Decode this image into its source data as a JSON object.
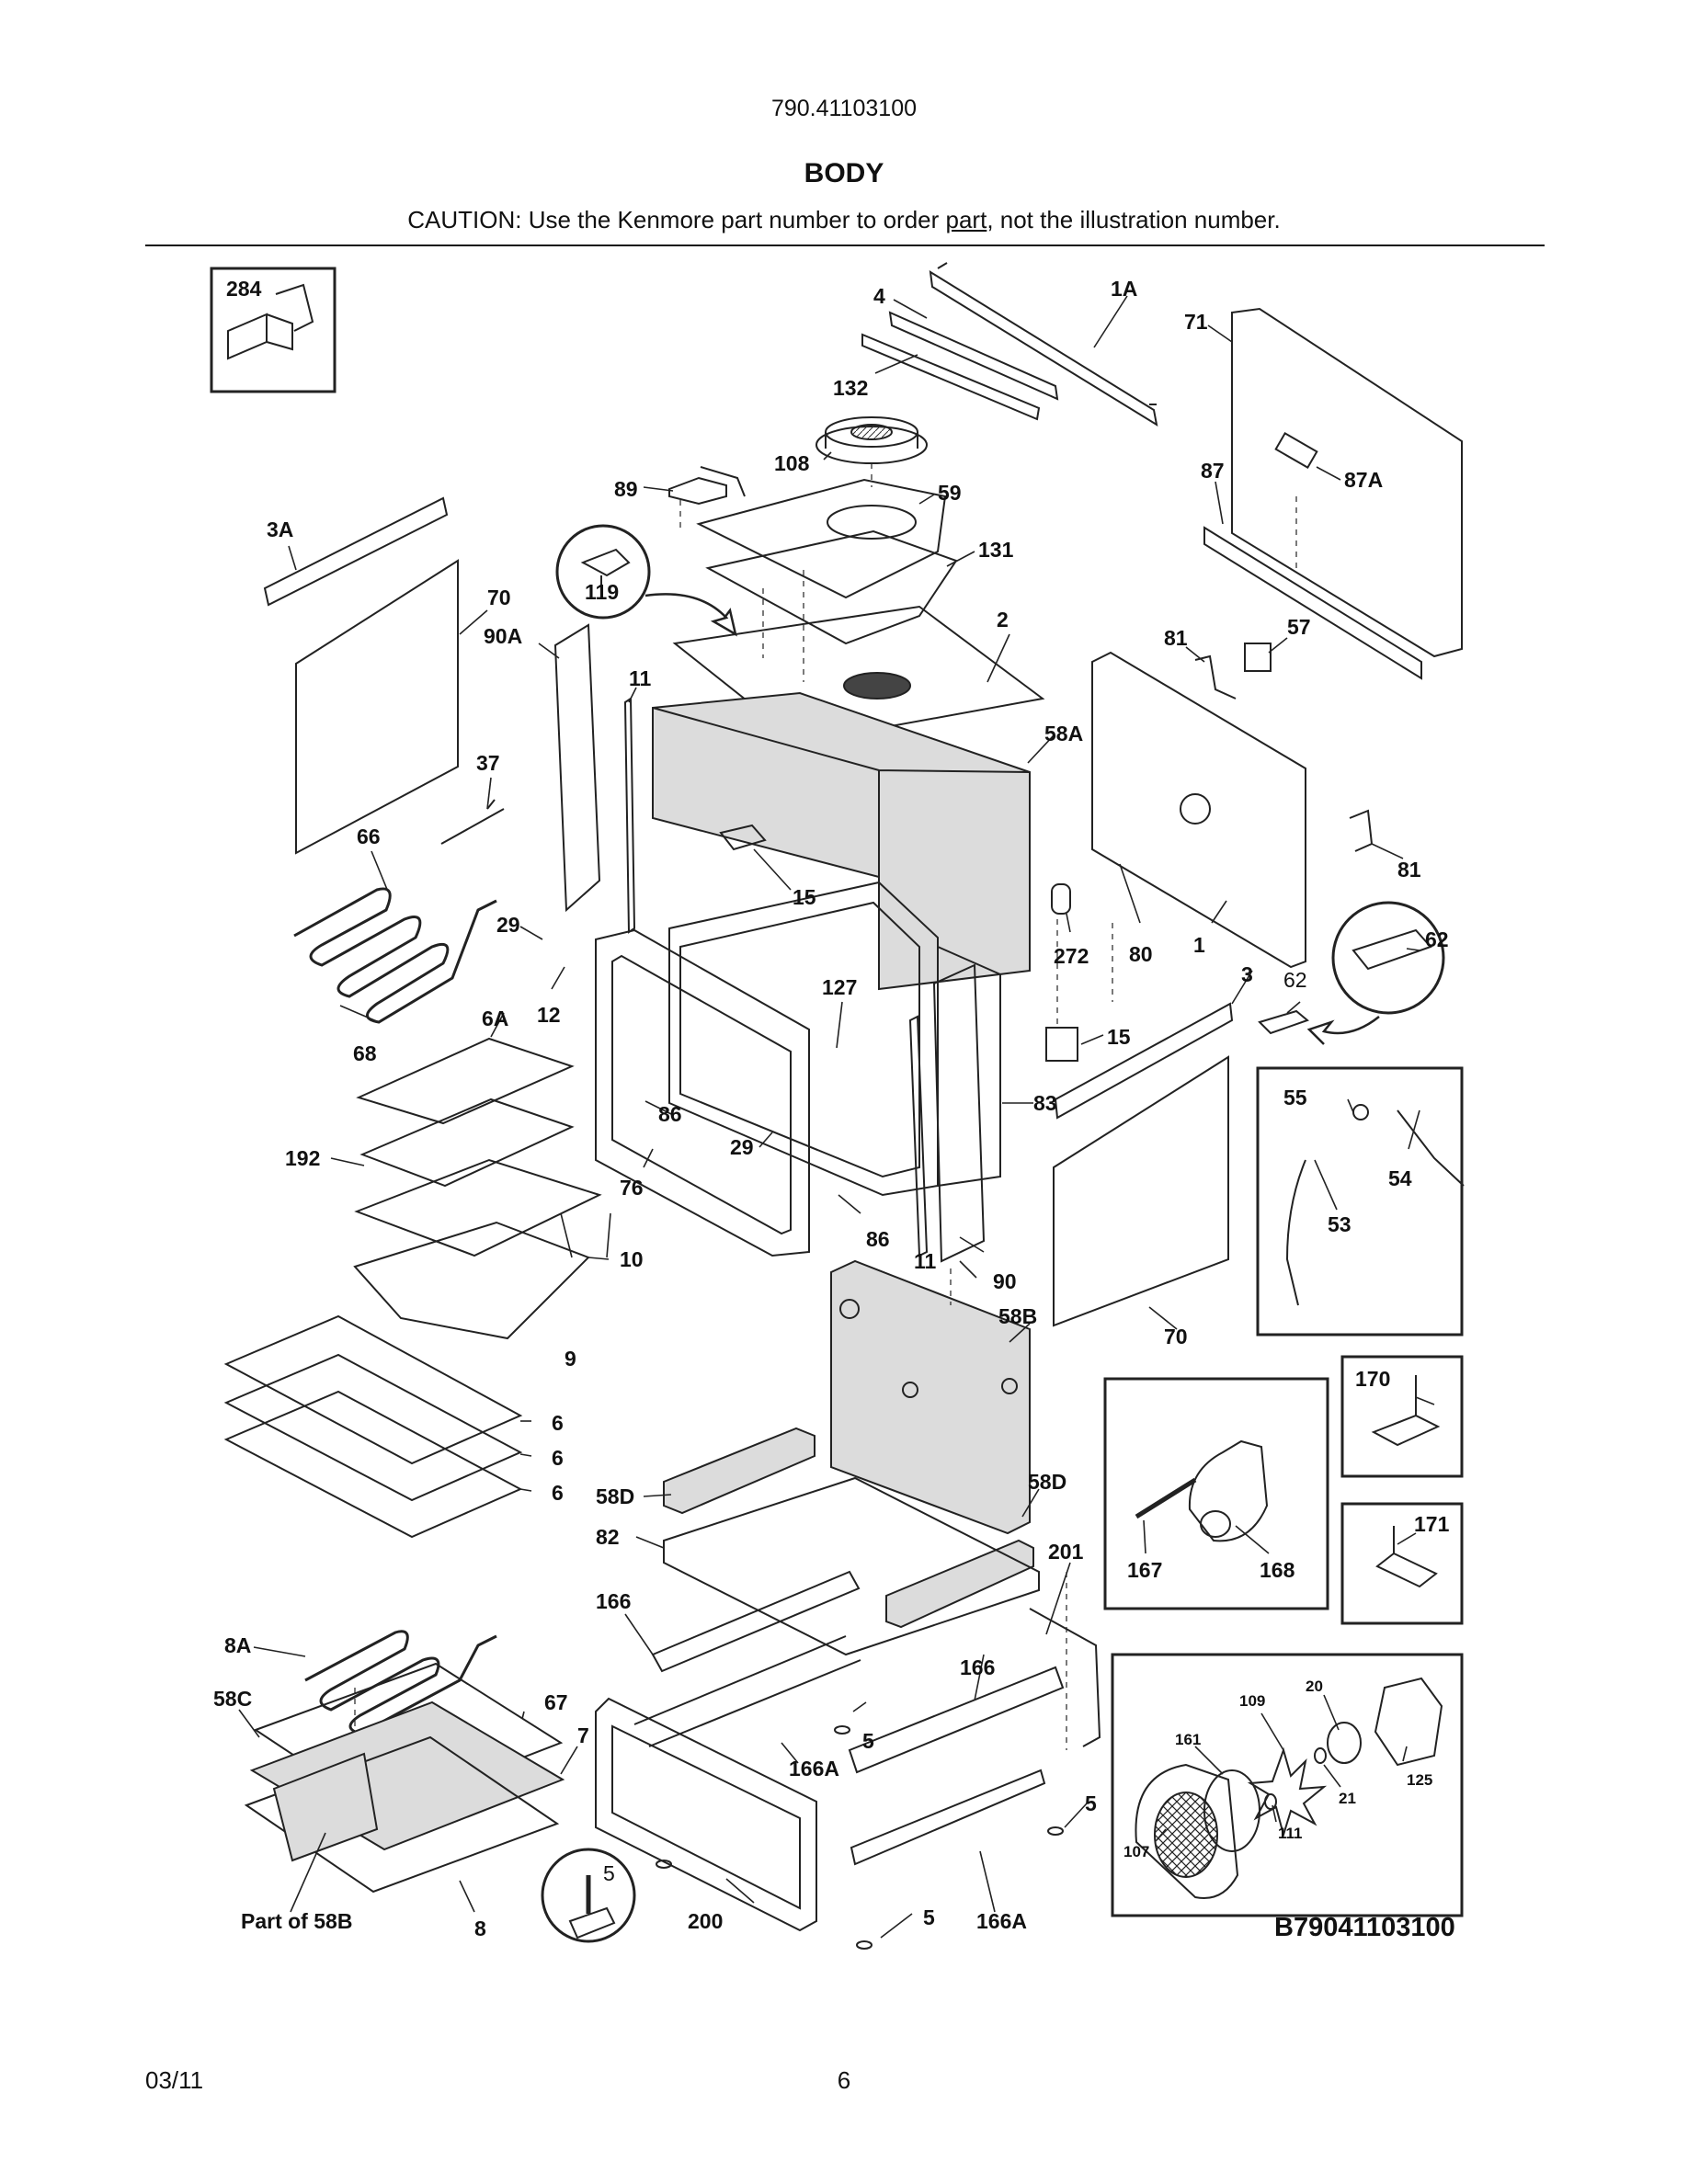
{
  "header": {
    "model": "790.41103100",
    "section": "BODY",
    "caution_pre": "CAUTION: Use the Kenmore part number to order ",
    "caution_link": "part",
    "caution_post": ", not the illustration number."
  },
  "diagram": {
    "callouts": {
      "c284": "284",
      "c4": "4",
      "c1A": "1A",
      "c132": "132",
      "c71": "71",
      "c108": "108",
      "c89": "89",
      "c59": "59",
      "c87": "87",
      "c87A": "87A",
      "c3A": "3A",
      "c131": "131",
      "c119": "119",
      "c70a": "70",
      "c90A": "90A",
      "c2": "2",
      "c81a": "81",
      "c57": "57",
      "c11a": "11",
      "c58A": "58A",
      "c37": "37",
      "c66": "66",
      "c15a": "15",
      "c81b": "81",
      "c62a": "62",
      "c29a": "29",
      "c272": "272",
      "c80": "80",
      "c1": "1",
      "c3": "3",
      "c62b": "62",
      "c12": "12",
      "c127": "127",
      "c6A": "6A",
      "c68": "68",
      "c15b": "15",
      "c86a": "86",
      "c83": "83",
      "c55": "55",
      "c54": "54",
      "c29b": "29",
      "c192": "192",
      "c76": "76",
      "c53": "53",
      "c86b": "86",
      "c10": "10",
      "c11b": "11",
      "c90": "90",
      "c58B": "58B",
      "c70b": "70",
      "c9": "9",
      "c170": "170",
      "c6a": "6",
      "c6b": "6",
      "c6c": "6",
      "c58Da": "58D",
      "c58Db": "58D",
      "c82": "82",
      "c171": "171",
      "c201": "201",
      "c167": "167",
      "c168": "168",
      "c166a": "166",
      "c8A": "8A",
      "c166b": "166",
      "c58C": "58C",
      "c67": "67",
      "c5a": "5",
      "c109": "109",
      "c20": "20",
      "c7": "7",
      "c161": "161",
      "c166Aa": "166A",
      "c125": "125",
      "c21": "21",
      "c5b": "5",
      "c111": "111",
      "c5c": "5",
      "c107": "107",
      "cPart58B": "Part of 58B",
      "c8": "8",
      "c200": "200",
      "c5d": "5",
      "c166Ab": "166A"
    },
    "diagram_id": "B79041103100"
  },
  "footer": {
    "date": "03/11",
    "page": "6"
  }
}
